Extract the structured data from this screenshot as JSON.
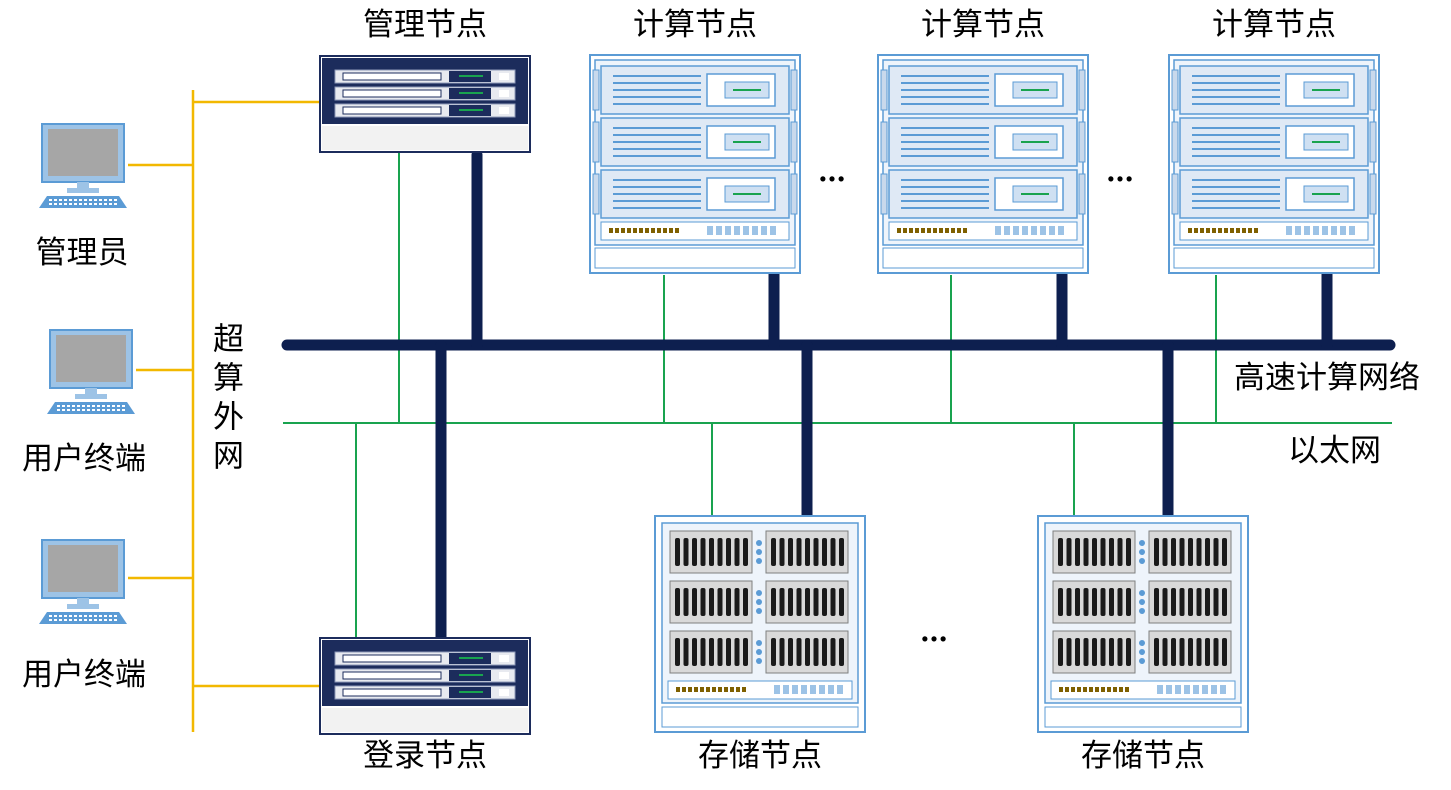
{
  "labels": {
    "mgmt_node": "管理节点",
    "compute_node": "计算节点",
    "login_node": "登录节点",
    "storage_node": "存储节点",
    "admin": "管理员",
    "user_terminal": "用户终端",
    "external_net": "超算外网",
    "hpc_net": "高速计算网络",
    "ethernet": "以太网",
    "ellipsis": "…"
  },
  "colors": {
    "hpc_line": "#0d1f4f",
    "ethernet_line": "#19a34f",
    "external_line": "#f2b800",
    "rack_frame": "#5b9bd5",
    "server_dark": "#1c2c5c"
  }
}
